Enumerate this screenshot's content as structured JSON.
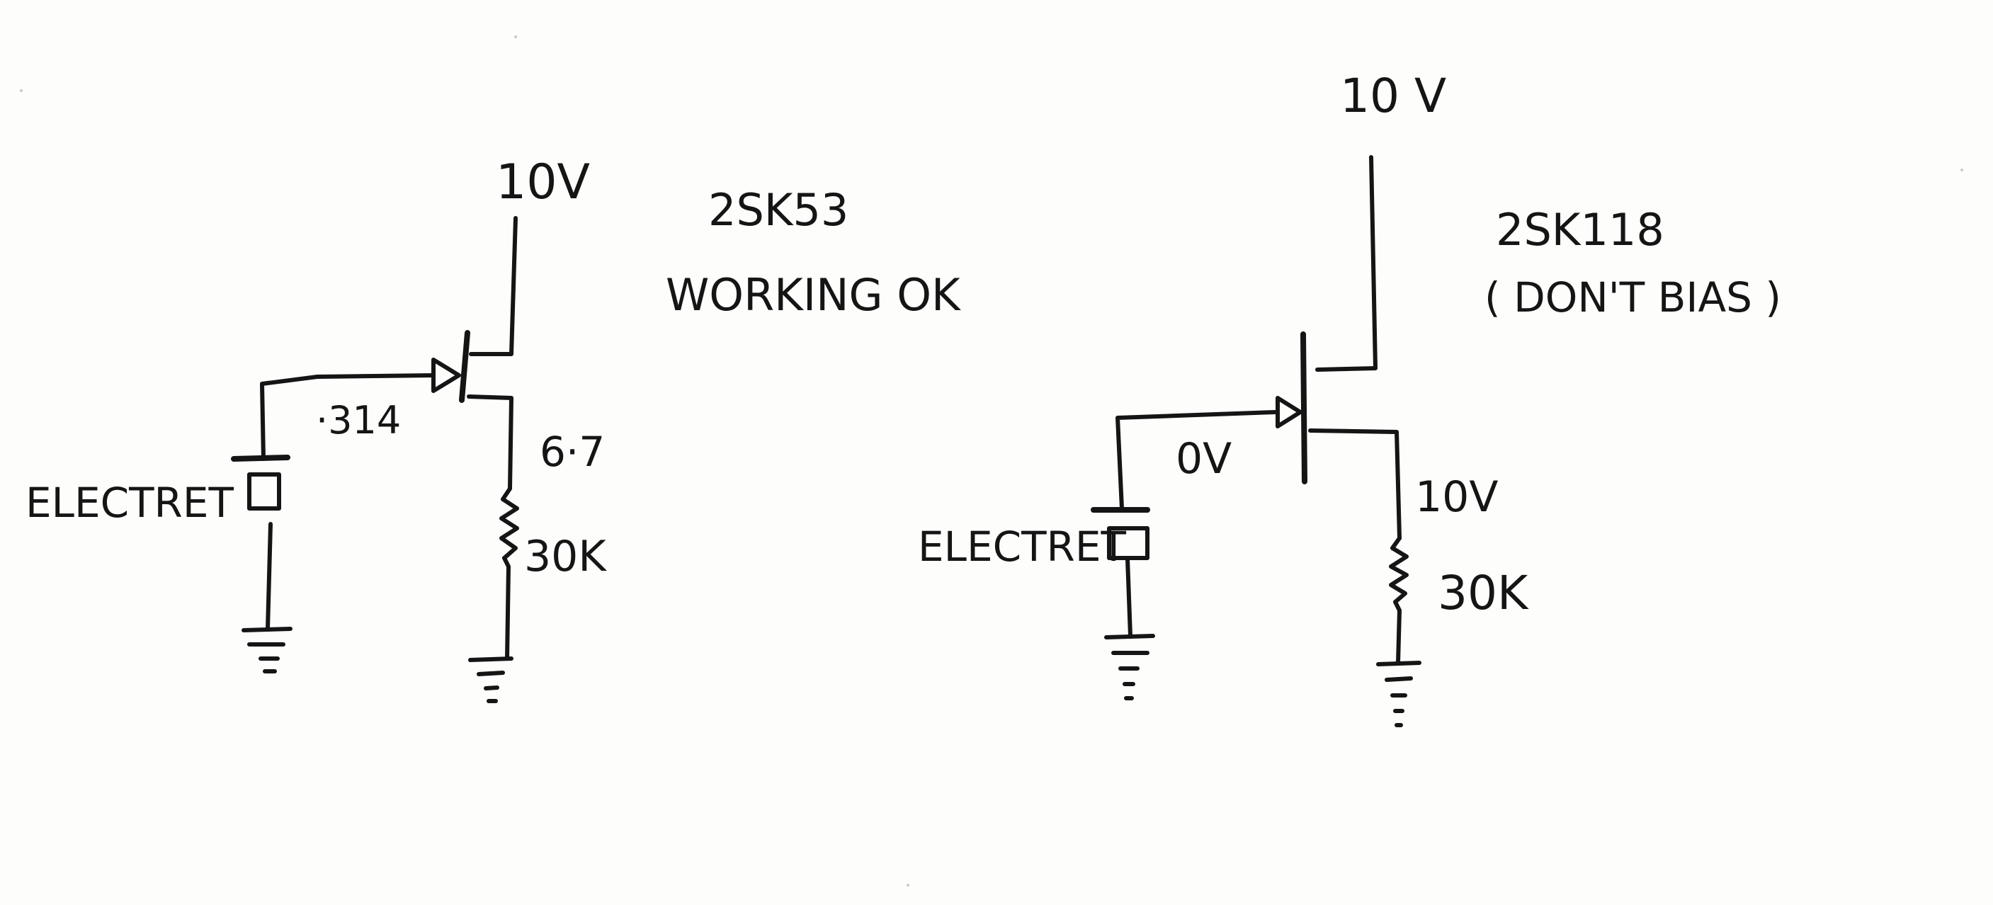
{
  "circuit_left": {
    "supply_label": "10V",
    "part_label": "2SK53",
    "status_label": "WORKING OK",
    "gate_voltage_label": "·314",
    "source_voltage_label": "6·7",
    "resistor_label": "30K",
    "mic_label": "ELECTRET"
  },
  "circuit_right": {
    "supply_label": "10 V",
    "part_label": "2SK118",
    "note_label": "( DON'T BIAS )",
    "gate_voltage_label": "0V",
    "source_voltage_label": "10V",
    "resistor_label": "30K",
    "mic_label": "ELECTRET"
  }
}
